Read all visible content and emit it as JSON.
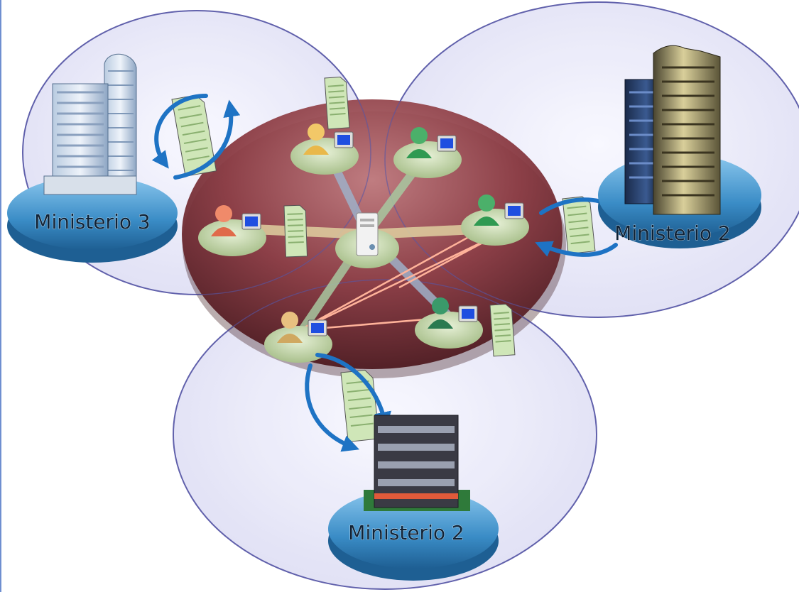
{
  "diagram": {
    "labels": {
      "left": "Ministerio 3",
      "right": "Ministerio 2",
      "bottom": "Ministerio 2"
    },
    "colors": {
      "zone_fill": "#e4e4f7",
      "zone_stroke": "#5a5aa8",
      "network_disc": "#7d2f36",
      "platform": "#3f8fc8",
      "flow_arrow": "#1e73c4",
      "document": "#cfe6b8",
      "link": "#c7d9a8",
      "peer_link": "#ffb39a"
    },
    "icons": [
      "office-building-icon",
      "tower-building-icon",
      "user-workstation-icon",
      "server-icon",
      "document-icon",
      "circular-arrow-icon"
    ]
  }
}
